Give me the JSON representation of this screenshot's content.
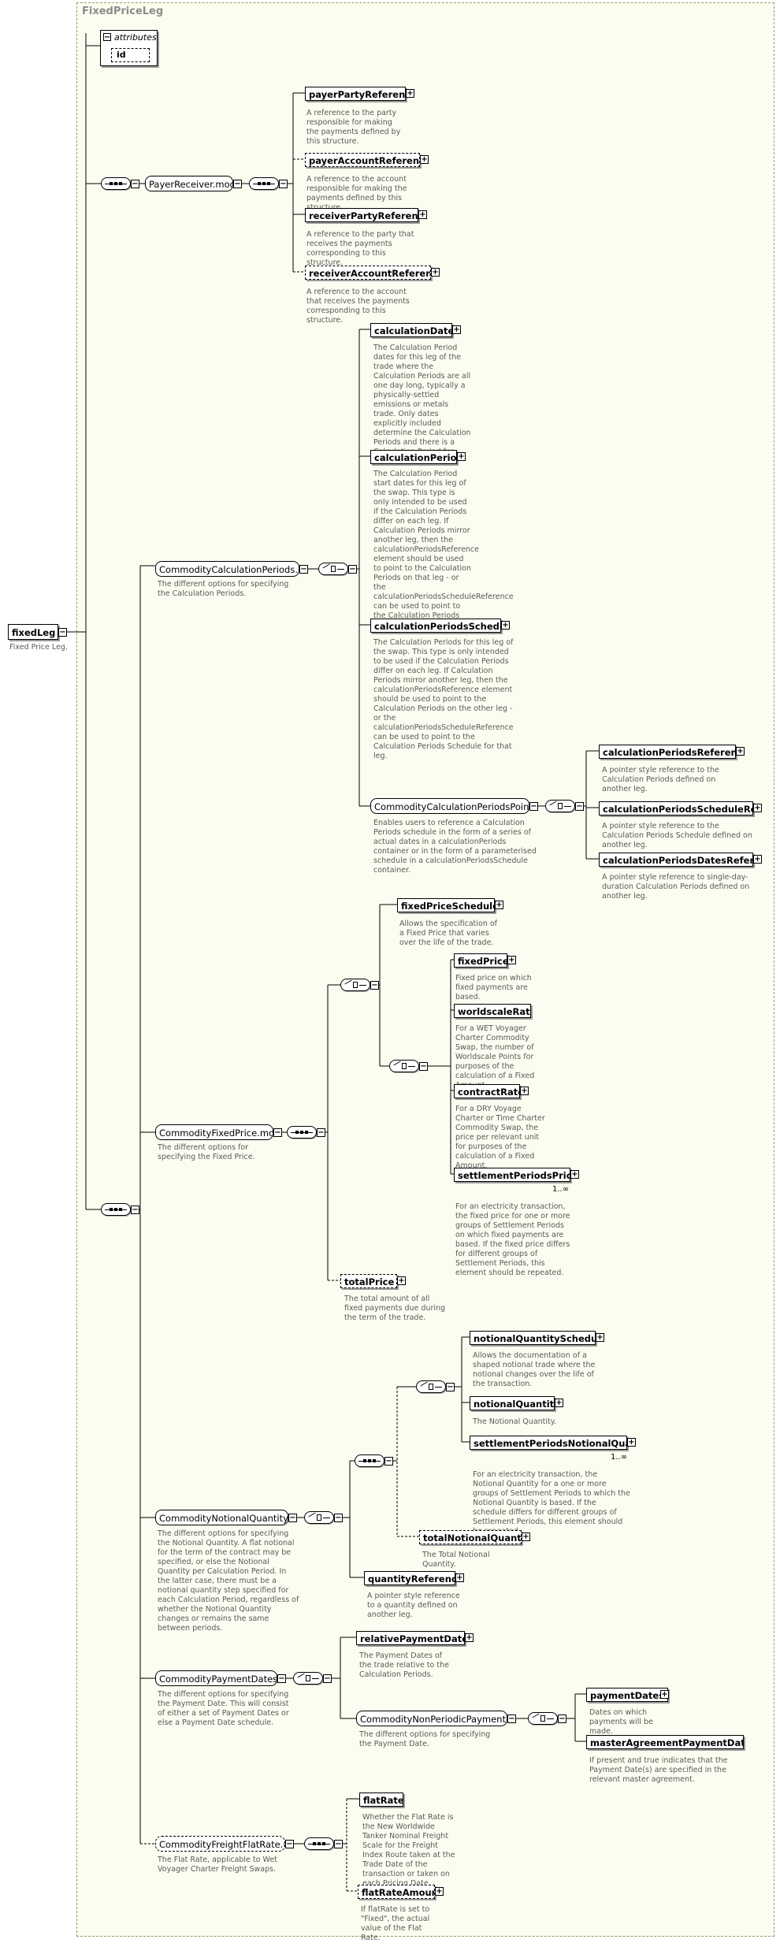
{
  "diagram": {
    "title": "FixedPriceLeg",
    "root": {
      "label": "fixedLeg",
      "doc": "Fixed Price Leg."
    },
    "attributes": {
      "title": "attributes",
      "id": "id"
    },
    "payer_receiver": {
      "model": "PayerReceiver.model",
      "items": [
        {
          "label": "payerPartyReference",
          "doc": "A reference to the party responsible for making the payments defined by this structure."
        },
        {
          "label": "payerAccountReference",
          "doc": "A reference to the account responsible for making the payments defined by this structure."
        },
        {
          "label": "receiverPartyReference",
          "doc": "A reference to the party that receives the payments corresponding to this structure."
        },
        {
          "label": "receiverAccountReference",
          "doc": "A reference to the account that receives the payments corresponding to this structure."
        }
      ]
    },
    "calc_periods": {
      "model": "CommodityCalculationPeriods.model",
      "doc": "The different options for specifying the Calculation Periods.",
      "items": [
        {
          "label": "calculationDates",
          "doc": "The Calculation Period dates for this leg of the trade where the Calculation Periods are all one day long, typically a physically-settled emissions or metals trade. Only dates explicitly included determine the Calculation Periods and there is a Calculation Period for each date specified."
        },
        {
          "label": "calculationPeriods",
          "doc": "The Calculation Period start dates for this leg of the swap. This type is only intended to be used if the Calculation Periods differ on each leg. If Calculation Periods mirror another leg, then the calculationPeriodsReference element should be used to point to the Calculation Periods on that leg - or the calculationPeriodsScheduleReference can be used to point to the Calculation Periods Schedule for that leg."
        },
        {
          "label": "calculationPeriodsSchedule",
          "doc": "The Calculation Periods for this leg of the swap. This type is only intended to be used if the Calculation Periods differ on each leg. If Calculation Periods mirror another leg, then the calculationPeriodsReference element should be used to point to the Calculation Periods on the other leg - or the calculationPeriodsScheduleReference can be used to point to the Calculation Periods Schedule for that leg."
        }
      ],
      "pointer": {
        "model": "CommodityCalculationPeriodsPointer...",
        "doc": "Enables users to reference a Calculation Periods schedule in the form of a series of actual dates in a calculationPeriods container or in the form of a parameterised schedule in a calculationPeriodsSchedule container.",
        "items": [
          {
            "label": "calculationPeriodsReference",
            "doc": "A pointer style reference to the Calculation Periods defined on another leg."
          },
          {
            "label": "calculationPeriodsScheduleRef...",
            "doc": "A pointer style reference to the Calculation Periods Schedule defined on another leg."
          },
          {
            "label": "calculationPeriodsDatesRefere...",
            "doc": "A pointer style reference to single-day-duration Calculation Periods defined on another leg."
          }
        ]
      }
    },
    "fixed_price": {
      "model": "CommodityFixedPrice.model",
      "doc": "The different options for specifying the Fixed Price.",
      "schedule": {
        "label": "fixedPriceSchedule",
        "doc": "Allows the specification of a Fixed Price that varies over the life of the trade."
      },
      "items": [
        {
          "label": "fixedPrice",
          "doc": "Fixed price on which fixed payments are based."
        },
        {
          "label": "worldscaleRate",
          "doc": "For a WET Voyager Charter Commodity Swap, the number of Worldscale Points for purposes of the calculation of a Fixed Amount."
        },
        {
          "label": "contractRate",
          "doc": "For a DRY Voyage Charter or Time Charter Commodity Swap, the price per relevant unit for purposes of the calculation of a Fixed Amount."
        },
        {
          "label": "settlementPeriodsPrice",
          "doc": "For an electricity transaction, the fixed price for one or more groups of Settlement Periods on which fixed payments are based. If the fixed price differs for different groups of Settlement Periods, this element should be repeated.",
          "card": "1..∞"
        }
      ],
      "total": {
        "label": "totalPrice",
        "doc": "The total amount of all fixed payments due during the term of the trade."
      }
    },
    "notional": {
      "model": "CommodityNotionalQuantity.model",
      "doc": "The different options for specifying the Notional Quantity. A flat notional for the term of the contract may be specified, or else the Notional Quantity per Calculation Period. In the latter case, there must be a notional quantity step specified for each Calculation Period, regardless of whether the Notional Quantity changes or remains the same between periods.",
      "items": [
        {
          "label": "notionalQuantitySchedule",
          "doc": "Allows the documentation of a shaped notional trade where the notional changes over the life of the transaction."
        },
        {
          "label": "notionalQuantity",
          "doc": "The Notional Quantity."
        },
        {
          "label": "settlementPeriodsNotionalQua...",
          "doc": "For an electricity transaction, the Notional Quantity for a one or more groups of Settlement Periods to which the Notional Quantity is based. If the schedule differs for different groups of Settlement Periods, this element should be repeated.",
          "card": "1..∞"
        }
      ],
      "total": {
        "label": "totalNotionalQuantity",
        "doc": "The Total Notional Quantity."
      },
      "reference": {
        "label": "quantityReference",
        "doc": "A pointer style reference to a quantity defined on another leg."
      }
    },
    "payment_dates": {
      "model": "CommodityPaymentDates.model",
      "doc": "The different options for specifying the Payment Date. This will consist of either a set of Payment Dates or else a Payment Date schedule.",
      "relative": {
        "label": "relativePaymentDates",
        "doc": "The Payment Dates of the trade relative to the Calculation Periods."
      },
      "non_periodic": {
        "model": "CommodityNonPeriodicPaymentDates...",
        "doc": "The different options for specifying the Payment Date.",
        "items": [
          {
            "label": "paymentDates",
            "doc": "Dates on which payments will be made."
          },
          {
            "label": "masterAgreementPaymentDates",
            "doc": "If present and true indicates that the Payment Date(s) are specified in the relevant master agreement."
          }
        ]
      }
    },
    "freight": {
      "model": "CommodityFreightFlatRate.model",
      "doc": "The Flat Rate, applicable to Wet Voyager Charter Freight Swaps.",
      "items": [
        {
          "label": "flatRate",
          "doc": "Whether the Flat Rate is the New Worldwide Tanker Nominal Freight Scale for the Freight Index Route taken at the Trade Date of the transaction or taken on each Pricing Date."
        },
        {
          "label": "flatRateAmount",
          "doc": "If flatRate is set to \"Fixed\", the actual value of the Flat Rate."
        }
      ]
    }
  }
}
